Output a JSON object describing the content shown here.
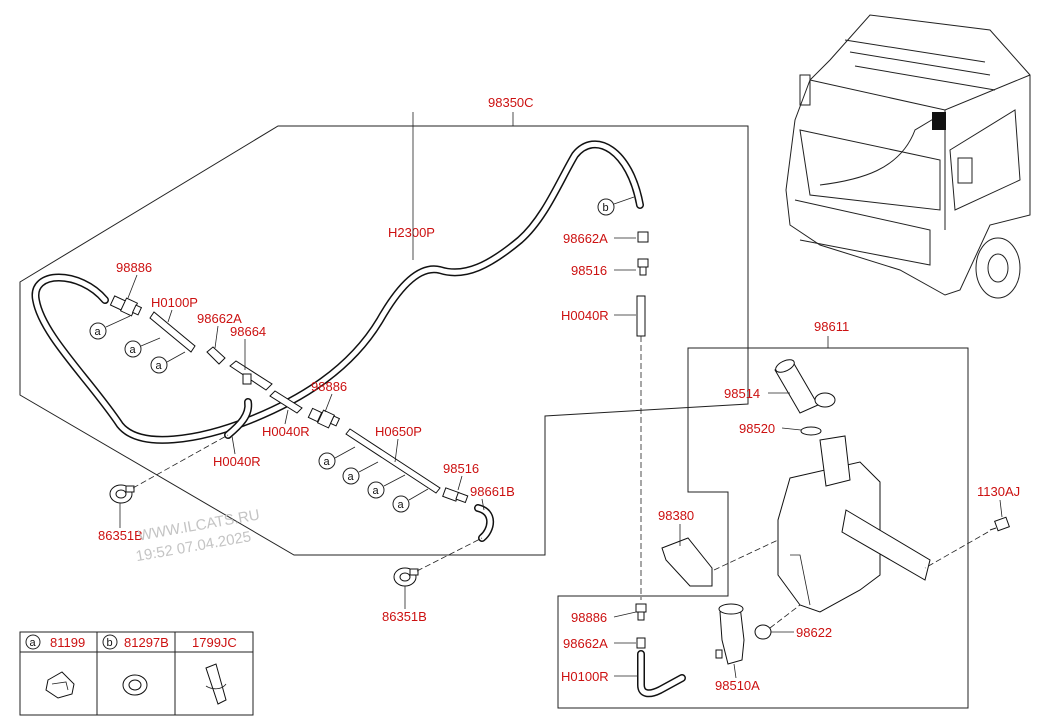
{
  "labels": {
    "assy_top": "98350C",
    "hose_main": "H2300P",
    "nozzle_left": "98886",
    "hose_left": "H0100P",
    "clip_left": "98662A",
    "joint_left": "98664",
    "nozzle_mid": "98886",
    "hose_mid_small": "H0040R",
    "hose_lower_left": "H0040R",
    "hose_lower": "H0650P",
    "check_valve_mid": "98516",
    "hose_end": "98661B",
    "grommet_left": "86351B",
    "grommet_mid": "86351B",
    "clip_right": "98662A",
    "check_valve_right": "98516",
    "hose_right": "H0040R",
    "reservoir_assy": "98611",
    "filler_neck": "98514",
    "seal": "98520",
    "bracket": "98380",
    "bolt": "1130AJ",
    "nozzle_bottom": "98886",
    "clip_bottom": "98662A",
    "hose_bottom": "H0100R",
    "grommet_pump": "98622",
    "pump": "98510A"
  },
  "callouts": {
    "a": "a",
    "b": "b"
  },
  "legend": {
    "items": [
      {
        "mark": "a",
        "part": "81199"
      },
      {
        "mark": "b",
        "part": "81297B"
      },
      {
        "mark": "",
        "part": "1799JC"
      }
    ]
  },
  "watermark": {
    "site": "WWW.ILCATS.RU",
    "timestamp": "19:52 07.04.2025"
  }
}
